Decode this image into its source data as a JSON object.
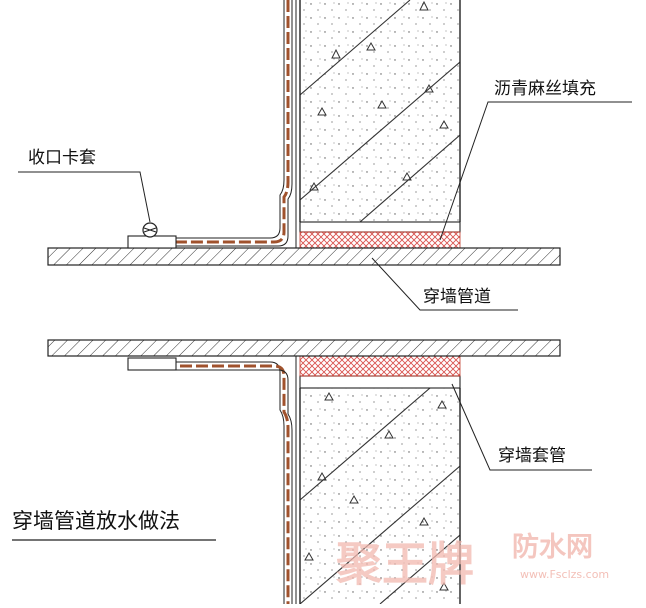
{
  "labels": {
    "closing_clamp": "收口卡套",
    "asphalt_hemp_filling": "沥青麻丝填充",
    "wall_pipe": "穿墙管道",
    "wall_sleeve": "穿墙套管",
    "title": "穿墙管道放水做法"
  },
  "watermark": {
    "brand": "聚王牌",
    "site": "防水网",
    "url": "www.Fsclzs.com"
  },
  "colors": {
    "line": "#222222",
    "membrane": "#a0522d",
    "filling_hatch": "#d9534f",
    "watermark": "#f2b9b0"
  }
}
